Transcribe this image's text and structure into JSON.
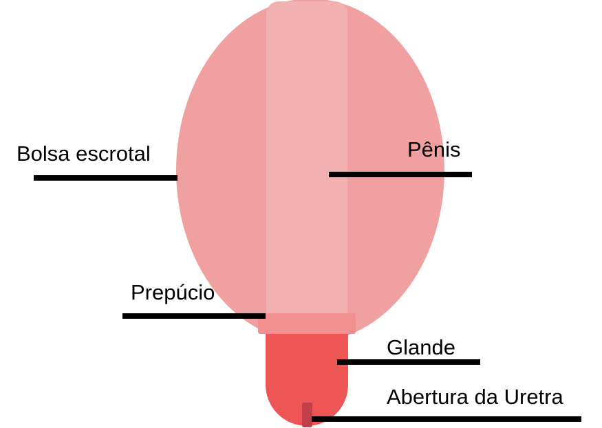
{
  "colors": {
    "scrotum": "#f0a0a0",
    "shaft": "#f3b0b0",
    "foreskin": "#f09090",
    "glans": "#ee5555",
    "urethra": "#c0404a",
    "leader": "#000000"
  },
  "labels": {
    "scrotum": "Bolsa escrotal",
    "penis": "Pênis",
    "foreskin": "Prepúcio",
    "glans": "Glande",
    "urethra": "Abertura da Uretra"
  }
}
